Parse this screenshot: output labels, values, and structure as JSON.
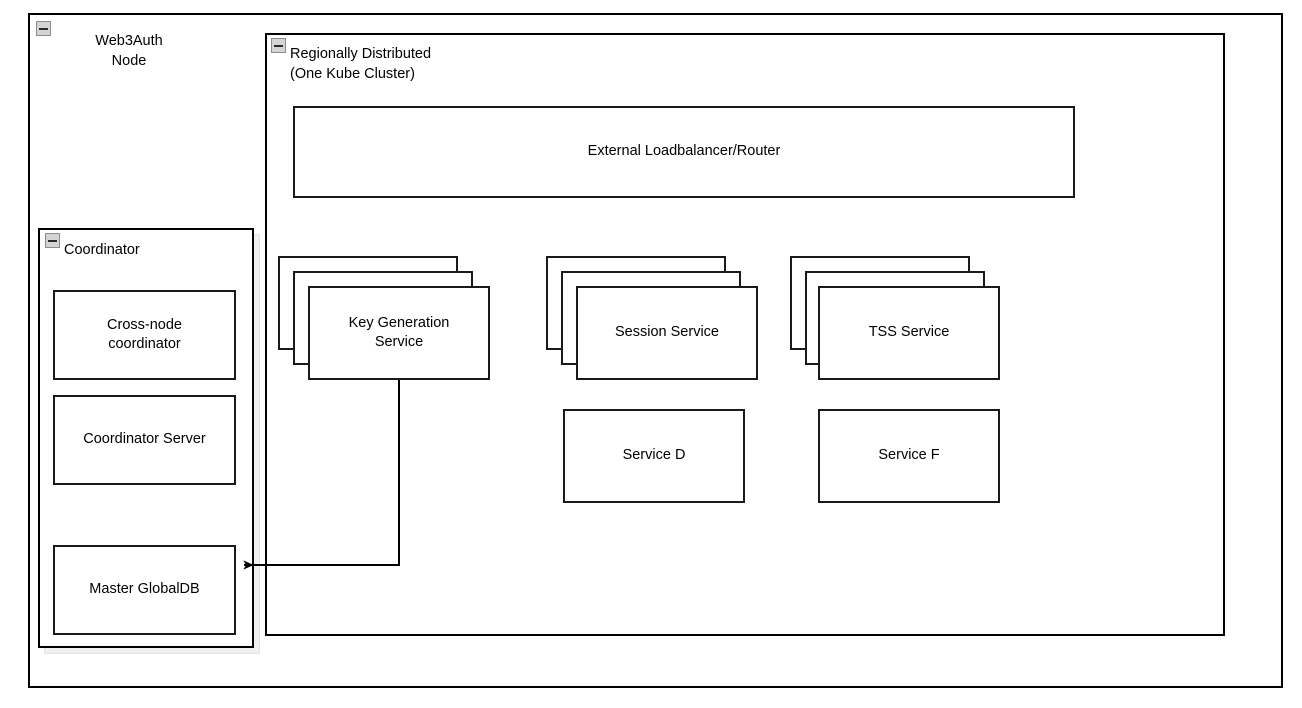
{
  "diagram": {
    "background": "#ffffff",
    "line_color": "#1a1a1a",
    "icon_fill": "#d4d4d4",
    "icon_border": "#8c8c8c"
  },
  "outer_container": {
    "title": "Web3Auth\nNode",
    "collapse_icon": "collapse-minus-icon"
  },
  "kube_container": {
    "title": "Regionally Distributed\n(One Kube Cluster)",
    "collapse_icon": "collapse-minus-icon"
  },
  "coordinator_container": {
    "title": "Coordinator",
    "collapse_icon": "collapse-minus-icon",
    "nodes": [
      {
        "label": "Cross-node\ncoordinator"
      },
      {
        "label": "Coordinator Server"
      },
      {
        "label": "Master GlobalDB"
      }
    ]
  },
  "kube_nodes": {
    "loadbalancer": {
      "label": "External Loadbalancer/Router"
    },
    "stacked_services": [
      {
        "label": "Key Generation\nService",
        "replicas": 3
      },
      {
        "label": "Session Service",
        "replicas": 3
      },
      {
        "label": "TSS Service",
        "replicas": 3
      }
    ],
    "plain_services": [
      {
        "label": "Service D"
      },
      {
        "label": "Service F"
      }
    ]
  },
  "connectors": [
    {
      "name": "keygen-to-master-globaldb",
      "from": "Key Generation Service",
      "to": "Master GlobalDB",
      "arrowhead": "end"
    }
  ]
}
